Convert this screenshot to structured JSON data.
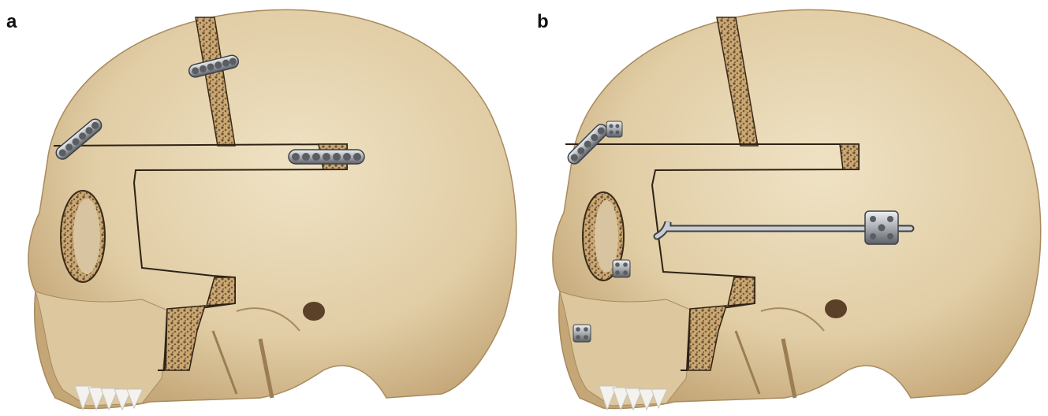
{
  "panels": [
    {
      "label": "a",
      "variant": "plates"
    },
    {
      "label": "b",
      "variant": "distractor"
    }
  ],
  "colors": {
    "bone": "#e7d6b2",
    "bone_shadow": "#c9ad80",
    "bone_dark": "#8a6a44",
    "cancellous": "#b89563",
    "metal": "#b9bcc0",
    "metal_dark": "#4a4d52",
    "teeth": "#f3f2ee"
  },
  "icons": [
    "skull-illustration",
    "titanium-plate",
    "bone-screw",
    "distraction-rod"
  ]
}
